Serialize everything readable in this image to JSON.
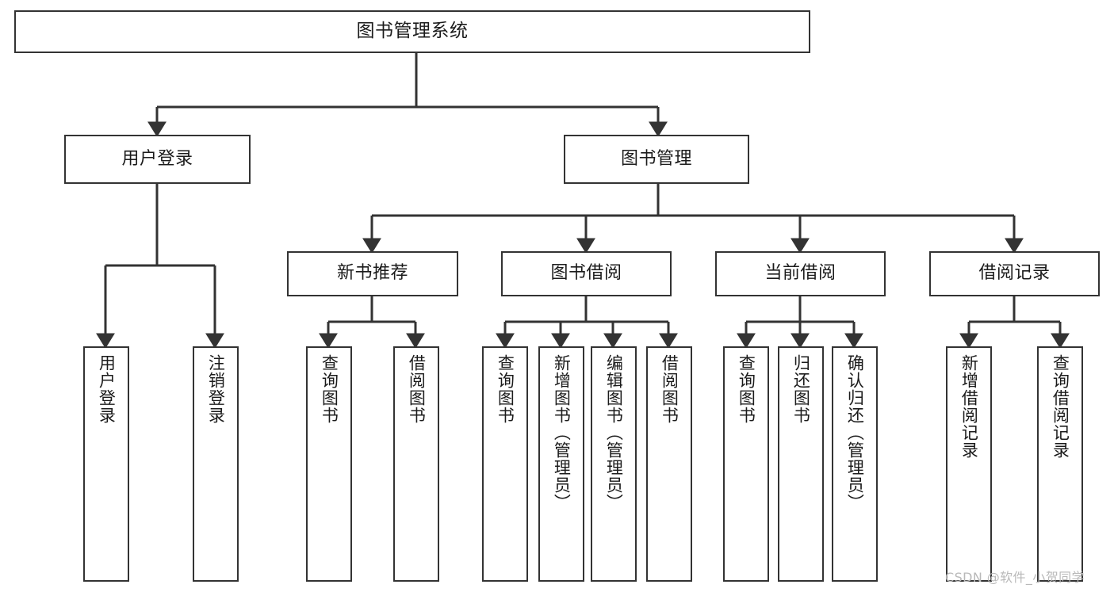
{
  "diagram": {
    "type": "tree-hierarchy-chart",
    "title": "图书管理系统",
    "line_color": "#333333",
    "box_fill": "#ffffff",
    "text_color": "#1b1b1b",
    "watermark": "CSDN @软件_小贺同学",
    "nodes": {
      "root": {
        "label": "图书管理系统"
      },
      "level1": [
        {
          "id": "user-login",
          "label": "用户登录"
        },
        {
          "id": "book-management",
          "label": "图书管理"
        }
      ],
      "level2": [
        {
          "id": "new-book-recommend",
          "label": "新书推荐"
        },
        {
          "id": "book-borrow",
          "label": "图书借阅"
        },
        {
          "id": "current-borrow",
          "label": "当前借阅"
        },
        {
          "id": "borrow-record",
          "label": "借阅记录"
        }
      ],
      "leaves": {
        "user_login": [
          {
            "id": "leaf-user-login",
            "label": "用户登录"
          },
          {
            "id": "leaf-logout-login",
            "label": "注销登录"
          }
        ],
        "new_book_recommend": [
          {
            "id": "leaf-query-book-1",
            "label": "查询图书"
          },
          {
            "id": "leaf-borrow-book-1",
            "label": "借阅图书"
          }
        ],
        "book_borrow": [
          {
            "id": "leaf-query-book-2",
            "label": "查询图书"
          },
          {
            "id": "leaf-add-book",
            "label": "新增图书（管理员）"
          },
          {
            "id": "leaf-edit-book",
            "label": "编辑图书（管理员）"
          },
          {
            "id": "leaf-borrow-book-2",
            "label": "借阅图书"
          }
        ],
        "current_borrow": [
          {
            "id": "leaf-query-book-3",
            "label": "查询图书"
          },
          {
            "id": "leaf-return-book",
            "label": "归还图书"
          },
          {
            "id": "leaf-confirm-return",
            "label": "确认归还（管理员）"
          }
        ],
        "borrow_record": [
          {
            "id": "leaf-add-record",
            "label": "新增借阅记录"
          },
          {
            "id": "leaf-query-record",
            "label": "查询借阅记录"
          }
        ]
      }
    }
  }
}
